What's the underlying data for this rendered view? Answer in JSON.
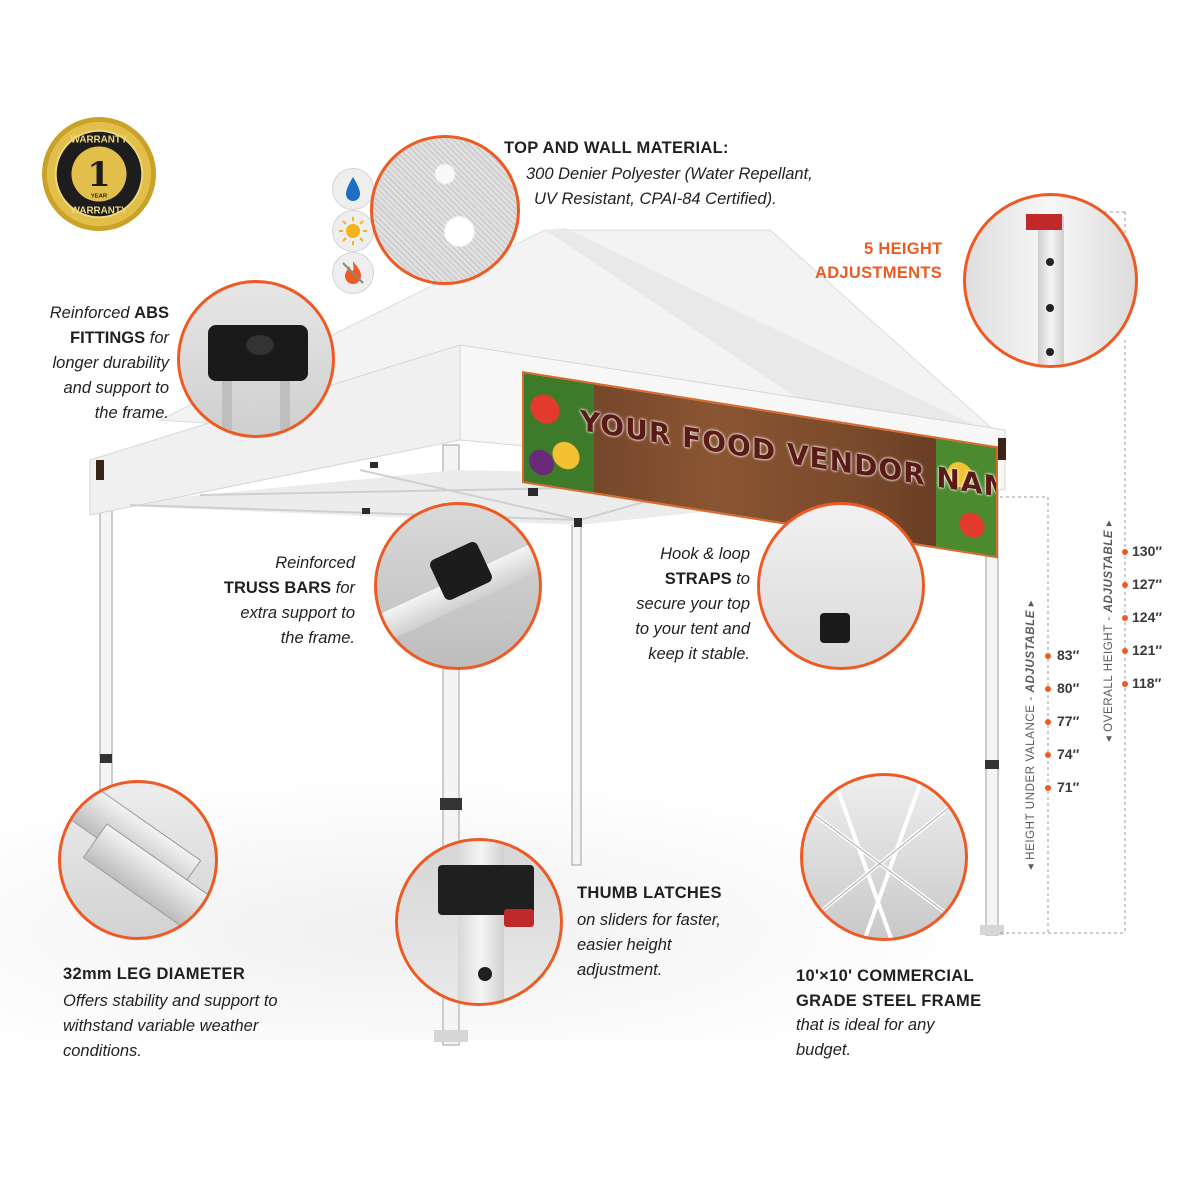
{
  "warranty": {
    "top": "WARRANTY",
    "number": "1",
    "year": "YEAR",
    "bottom": "WARRANTY"
  },
  "material": {
    "title": "TOP AND WALL MATERIAL:",
    "line1": "300 Denier Polyester (Water Repellant,",
    "line2": "UV Resistant, CPAI-84 Certified)."
  },
  "height_adjust": {
    "line1": "5 HEIGHT",
    "line2": "ADJUSTMENTS"
  },
  "abs": {
    "l1a": "Reinforced ",
    "l1b": "ABS",
    "l2a": "FITTINGS",
    "l2b": " for",
    "l3": "longer durability",
    "l4": "and support to",
    "l5": "the frame."
  },
  "banner": {
    "text": "YOUR FOOD VENDOR NAME"
  },
  "truss": {
    "l1": "Reinforced",
    "l2a": "TRUSS BARS",
    "l2b": " for",
    "l3": "extra support to",
    "l4": "the frame."
  },
  "straps": {
    "l1": "Hook & loop",
    "l2a": "STRAPS",
    "l2b": " to",
    "l3": "secure your top",
    "l4": "to your tent and",
    "l5": "keep it stable."
  },
  "leg": {
    "title": "32mm LEG DIAMETER",
    "l1": "Offers stability and support to",
    "l2": "withstand variable weather",
    "l3": "conditions."
  },
  "latches": {
    "title": "THUMB LATCHES",
    "l1": "on sliders for faster,",
    "l2": "easier height",
    "l3": "adjustment."
  },
  "frame": {
    "t1": "10'×10' COMMERCIAL",
    "t2": "GRADE STEEL FRAME",
    "l1": "that is ideal for any",
    "l2": "budget."
  },
  "under_valance": {
    "label_a": "HEIGHT UNDER VALANCE - ",
    "label_b": "ADJUSTABLE",
    "values": [
      "83″",
      "80″",
      "77″",
      "74″",
      "71″"
    ]
  },
  "overall": {
    "label_a": "OVERALL HEIGHT - ",
    "label_b": "ADJUSTABLE",
    "values": [
      "130″",
      "127″",
      "124″",
      "121″",
      "118″"
    ]
  },
  "icons": [
    "water-drop-icon",
    "sun-icon",
    "flame-retardant-icon"
  ],
  "colors": {
    "accent": "#ee5a24",
    "gold": "#c9a227",
    "text": "#231f20"
  }
}
